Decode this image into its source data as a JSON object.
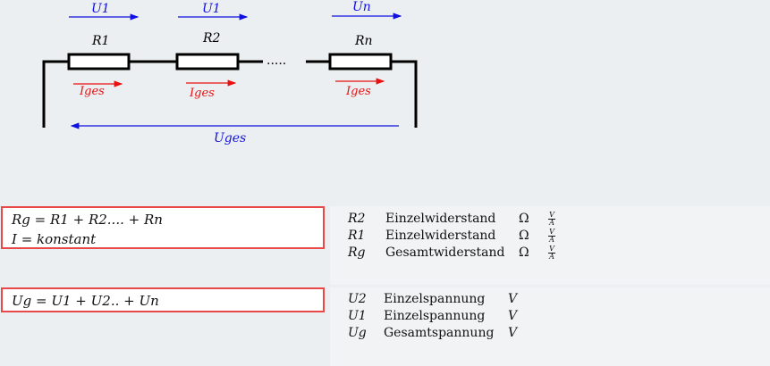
{
  "circuit": {
    "voltage_labels": [
      "U1",
      "U1",
      "Un"
    ],
    "resistor_labels": [
      "R1",
      "R2",
      "Rn"
    ],
    "current_labels": [
      "Iges",
      "Iges",
      "Iges"
    ],
    "total_voltage_label": "Uges",
    "dots": "....."
  },
  "formulas": {
    "resistance_line1": "Rg = R1 + R2.... + Rn",
    "resistance_line2": "I = konstant",
    "voltage_line1": "Ug = U1 + U2.. + Un"
  },
  "legend_resistance": [
    {
      "symbol": "R2",
      "description": "Einzelwiderstand",
      "unit": "Ω",
      "unit_num": "V",
      "unit_den": "A"
    },
    {
      "symbol": "R1",
      "description": "Einzelwiderstand",
      "unit": "Ω",
      "unit_num": "V",
      "unit_den": "A"
    },
    {
      "symbol": "Rg",
      "description": "Gesamtwiderstand",
      "unit": "Ω",
      "unit_num": "V",
      "unit_den": "A"
    }
  ],
  "legend_voltage": [
    {
      "symbol": "U2",
      "description": "Einzelspannung",
      "unit": "V"
    },
    {
      "symbol": "U1",
      "description": "Einzelspannung",
      "unit": "V"
    },
    {
      "symbol": "Ug",
      "description": "Gesamtspannung",
      "unit": "V"
    }
  ],
  "colors": {
    "voltage": "#1010e0",
    "current": "#e81010",
    "wire": "#000000",
    "box_border": "#e84848"
  }
}
